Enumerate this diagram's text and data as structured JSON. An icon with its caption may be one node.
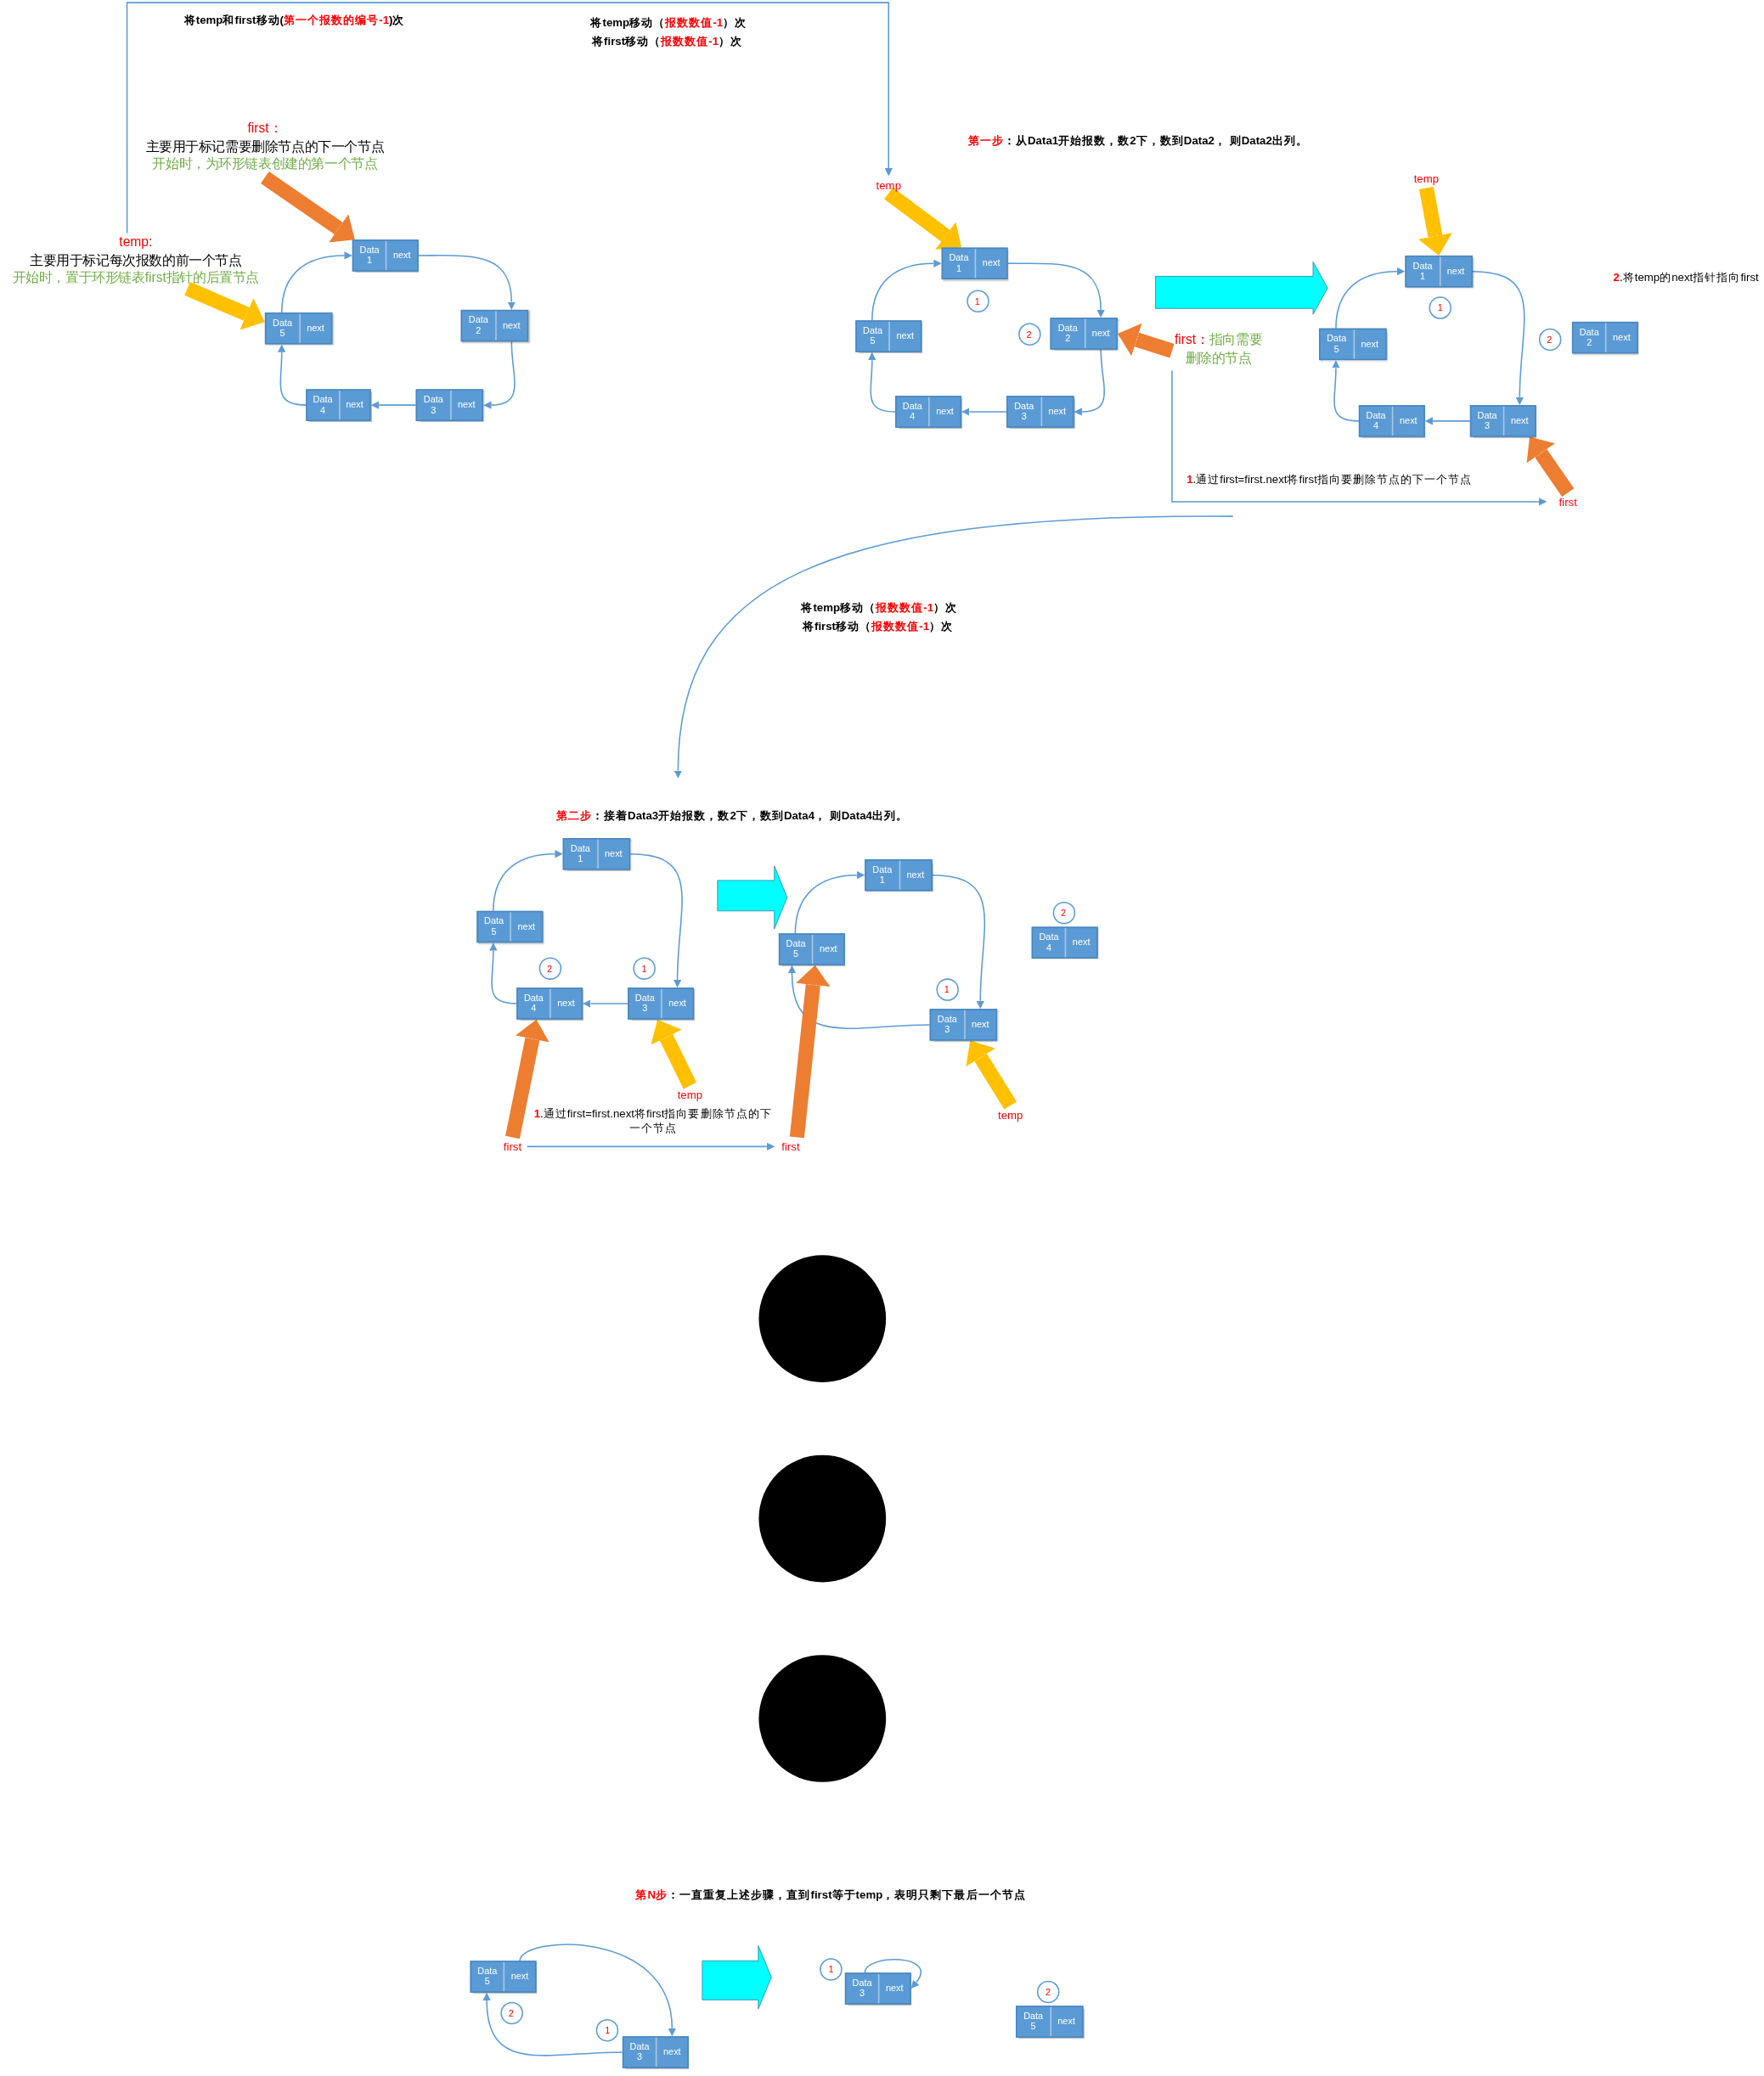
{
  "diagram": {
    "nodes": [
      {
        "text": [
          "first：",
          "主要用于标记需要删除节点的下一个节点",
          "开始时，为环形链表创建的第一个节点"
        ]
      },
      {
        "text": [
          "temp:",
          "主要用于标记每次报数的前一个节点",
          "开始时，置于环形链表first指针的后置节点"
        ]
      },
      {
        "text": [
          "Data 1",
          "next"
        ]
      },
      {
        "text": [
          "Data 2",
          "next"
        ]
      },
      {
        "text": [
          "Data 3",
          "next"
        ]
      },
      {
        "text": [
          "Data 4",
          "next"
        ]
      },
      {
        "text": [
          "Data 5",
          "next"
        ]
      },
      {
        "text": [
          "temp"
        ]
      },
      {
        "text": [
          "Data 1",
          "next"
        ]
      },
      {
        "text": [
          "Data 2",
          "next"
        ]
      },
      {
        "text": [
          "Data 3",
          "next"
        ]
      },
      {
        "text": [
          "Data 4",
          "next"
        ]
      },
      {
        "text": [
          "Data 5",
          "next"
        ]
      },
      {
        "text": [
          "1"
        ]
      },
      {
        "text": [
          "2"
        ]
      },
      {
        "text": [
          "first：",
          "指向需要删除的节点"
        ]
      },
      {
        "text": [
          "temp"
        ]
      },
      {
        "text": [
          "Data 1",
          "next"
        ]
      },
      {
        "text": [
          "Data 3",
          "next"
        ]
      },
      {
        "text": [
          "Data 4",
          "next"
        ]
      },
      {
        "text": [
          "Data 5",
          "next"
        ]
      },
      {
        "text": [
          "Data 2",
          "next"
        ]
      },
      {
        "text": [
          "1"
        ]
      },
      {
        "text": [
          "2"
        ]
      },
      {
        "text": [
          "first"
        ]
      },
      {
        "text": [
          "Data 1",
          "next"
        ]
      },
      {
        "text": [
          "Data 5",
          "next"
        ]
      },
      {
        "text": [
          "Data 4",
          "next"
        ]
      },
      {
        "text": [
          "Data 3",
          "next"
        ]
      },
      {
        "text": [
          "2"
        ]
      },
      {
        "text": [
          "1"
        ]
      },
      {
        "text": [
          "first"
        ]
      },
      {
        "text": [
          "temp"
        ]
      },
      {
        "text": [
          "Data 1",
          "next"
        ]
      },
      {
        "text": [
          "Data 5",
          "next"
        ]
      },
      {
        "text": [
          "Data 3",
          "next"
        ]
      },
      {
        "text": [
          "Data 4",
          "next"
        ]
      },
      {
        "text": [
          "1"
        ]
      },
      {
        "text": [
          "2"
        ]
      },
      {
        "text": [
          "first"
        ]
      },
      {
        "text": [
          "temp"
        ]
      },
      {
        "text": [],
        "shape": "circle"
      },
      {
        "text": [],
        "shape": "circle"
      },
      {
        "text": [],
        "shape": "circle"
      },
      {
        "text": [
          "Data 5",
          "next"
        ]
      },
      {
        "text": [
          "Data 3",
          "next"
        ]
      },
      {
        "text": [
          "2"
        ]
      },
      {
        "text": [
          "1"
        ]
      },
      {
        "text": [
          "1"
        ]
      },
      {
        "text": [
          "Data 3",
          "next"
        ]
      },
      {
        "text": [
          "2"
        ]
      },
      {
        "text": [
          "Data 5",
          "next"
        ]
      }
    ],
    "edges": [
      {
        "from": 2,
        "to": 3,
        "arrow": "to"
      },
      {
        "from": 3,
        "to": 4,
        "arrow": "to"
      },
      {
        "from": 4,
        "to": 5,
        "arrow": "to"
      },
      {
        "from": 5,
        "to": 6,
        "arrow": "to"
      },
      {
        "from": 6,
        "to": 2,
        "arrow": "to"
      },
      {
        "from": 0,
        "to": 2,
        "arrow": "to",
        "style": "thick",
        "color": "#ed7d31"
      },
      {
        "from": 1,
        "to": 6,
        "arrow": "to",
        "style": "thick",
        "color": "#ffc000"
      },
      {
        "from": 1,
        "to": 7,
        "arrow": "to"
      },
      {
        "from": 8,
        "to": 9,
        "arrow": "to"
      },
      {
        "from": 9,
        "to": 10,
        "arrow": "to"
      },
      {
        "from": 10,
        "to": 11,
        "arrow": "to"
      },
      {
        "from": 11,
        "to": 12,
        "arrow": "to"
      },
      {
        "from": 12,
        "to": 8,
        "arrow": "to"
      },
      {
        "from": 7,
        "to": 8,
        "arrow": "to",
        "style": "thick",
        "color": "#ffc000"
      },
      {
        "from": 15,
        "to": 9,
        "arrow": "to",
        "style": "thick",
        "color": "#ed7d31"
      },
      {
        "from": 16,
        "to": 17,
        "arrow": "to",
        "style": "thick",
        "color": "#ffc000"
      },
      {
        "from": 17,
        "to": 18,
        "arrow": "to"
      },
      {
        "from": 18,
        "to": 19,
        "arrow": "to"
      },
      {
        "from": 19,
        "to": 20,
        "arrow": "to"
      },
      {
        "from": 20,
        "to": 17,
        "arrow": "to"
      },
      {
        "from": 24,
        "to": 18,
        "arrow": "to",
        "style": "thick",
        "color": "#ed7d31"
      },
      {
        "from": 15,
        "to": 24,
        "arrow": "to"
      },
      {
        "from": 25,
        "to": 28,
        "arrow": "to"
      },
      {
        "from": 28,
        "to": 27,
        "arrow": "to"
      },
      {
        "from": 27,
        "to": 26,
        "arrow": "to"
      },
      {
        "from": 26,
        "to": 25,
        "arrow": "to"
      },
      {
        "from": 31,
        "to": 27,
        "arrow": "to",
        "style": "thick",
        "color": "#ed7d31"
      },
      {
        "from": 32,
        "to": 28,
        "arrow": "to",
        "style": "thick",
        "color": "#ffc000"
      },
      {
        "from": 31,
        "to": 39,
        "arrow": "to"
      },
      {
        "from": 33,
        "to": 35,
        "arrow": "to"
      },
      {
        "from": 35,
        "to": 34,
        "arrow": "to"
      },
      {
        "from": 34,
        "to": 33,
        "arrow": "to"
      },
      {
        "from": 39,
        "to": 34,
        "arrow": "to",
        "style": "thick",
        "color": "#ed7d31"
      },
      {
        "from": 40,
        "to": 35,
        "arrow": "to",
        "style": "thick",
        "color": "#ffc000"
      },
      {
        "from": 44,
        "to": 45,
        "arrow": "to"
      },
      {
        "from": 45,
        "to": 44,
        "arrow": "to"
      },
      {
        "from": 49,
        "to": 49,
        "arrow": "to"
      }
    ],
    "labels": [
      "将temp和first移动(第一个报数的编号-1)次",
      "将temp移动（报数数值-1）次",
      "将first移动（报数数值-1）次",
      "第一步：从Data1开始报数，数2下，数到Data2， 则Data2出列。",
      "2.将temp的next指针指向first",
      "1.通过first=first.next将first指向要删除节点的下一个节点",
      "将temp移动（报数数值-1）次",
      "将first移动（报数数值-1）次",
      "第二步：接着Data3开始报数，数2下，数到Data4， 则Data4出列。",
      "1.通过first=first.next将first指向要删除节点的下一个节点",
      "第N步：一直重复上述步骤，直到first等于temp，表明只剩下最后一个节点"
    ]
  }
}
